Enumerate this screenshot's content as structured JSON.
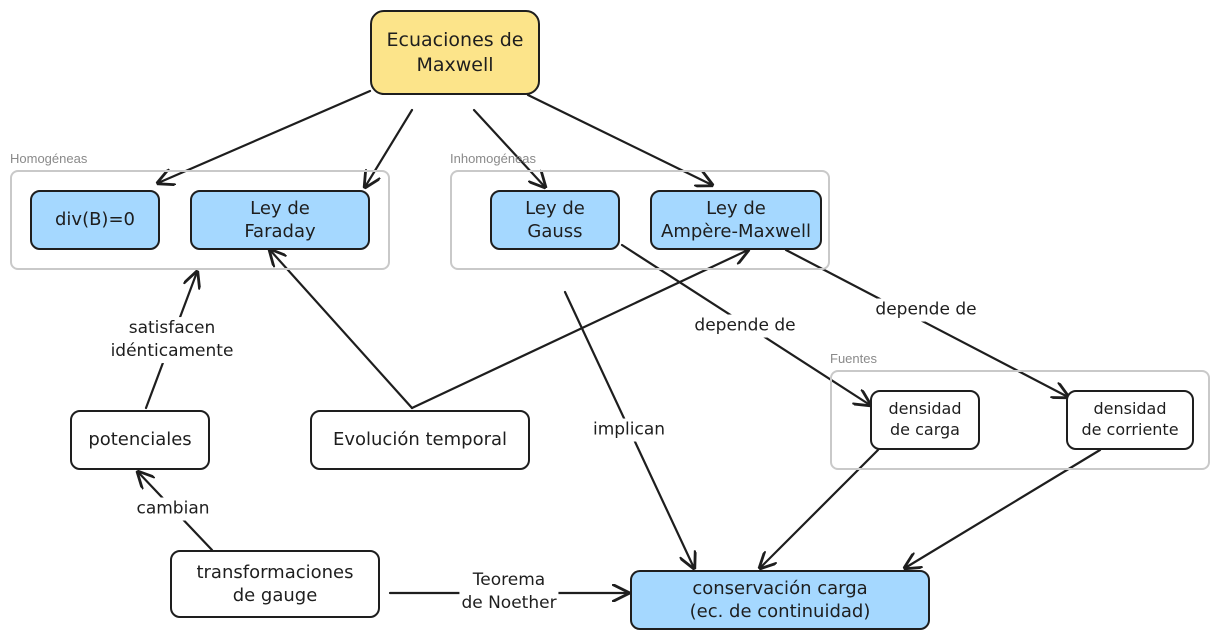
{
  "groups": {
    "homogeneas": "Homogéneas",
    "inhomogeneas": "Inhomogéneas",
    "fuentes": "Fuentes"
  },
  "nodes": {
    "maxwell": "Ecuaciones de\nMaxwell",
    "divb": "div(B)=0",
    "faraday": "Ley de\nFaraday",
    "gauss": "Ley de\nGauss",
    "ampere": "Ley de\nAmpère-Maxwell",
    "densidad_carga": "densidad\nde carga",
    "densidad_corriente": "densidad\nde corriente",
    "potenciales": "potenciales",
    "evolucion": "Evolución temporal",
    "gauge": "transformaciones\nde gauge",
    "conservacion": "conservación carga\n(ec. de continuidad)"
  },
  "edge_labels": {
    "satisfacen": "satisfacen\nidénticamente",
    "depende_gauss": "depende de",
    "depende_ampere": "depende de",
    "implican": "implican",
    "cambian": "cambian",
    "noether": "Teorema\nde Noether"
  },
  "colors": {
    "stroke": "#1e1e1e",
    "root_fill": "#fce48a",
    "law_fill": "#a5d8ff",
    "group_border": "#c9c9c9"
  }
}
